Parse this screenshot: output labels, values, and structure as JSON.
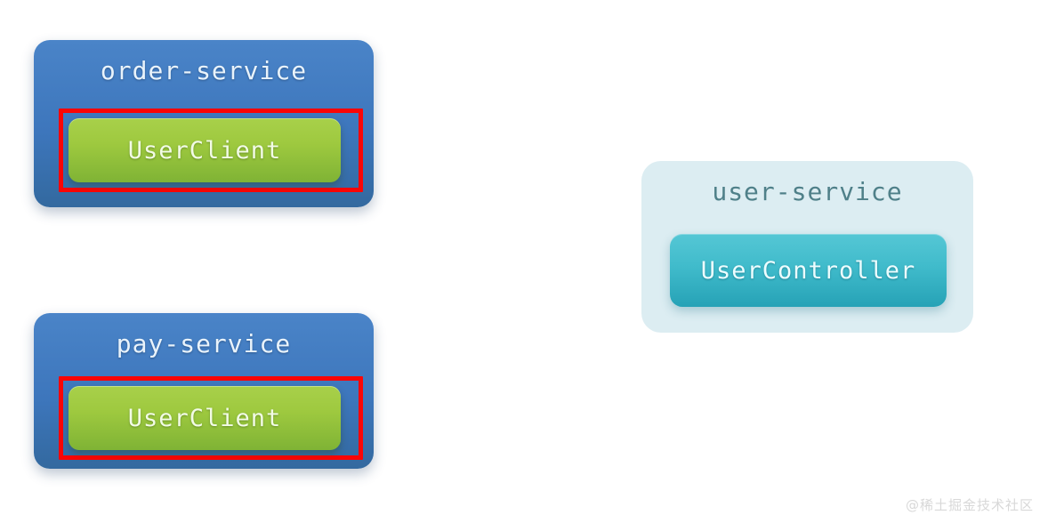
{
  "diagram": {
    "background_color": "#ffffff",
    "type": "microservice-component-diagram",
    "services": [
      {
        "id": "order-service",
        "title": "order-service",
        "style": "blue",
        "accent_color": "#3d76bc",
        "highlighted": true,
        "highlight_color": "#fb0505",
        "components": [
          {
            "id": "order-user-client",
            "label": "UserClient",
            "style": "green",
            "accent_color": "#9ec93f"
          }
        ]
      },
      {
        "id": "pay-service",
        "title": "pay-service",
        "style": "blue",
        "accent_color": "#3d76bc",
        "highlighted": true,
        "highlight_color": "#fb0505",
        "components": [
          {
            "id": "pay-user-client",
            "label": "UserClient",
            "style": "green",
            "accent_color": "#9ec93f"
          }
        ]
      },
      {
        "id": "user-service",
        "title": "user-service",
        "style": "lightcyan",
        "accent_color": "#dcedf2",
        "highlighted": false,
        "components": [
          {
            "id": "user-controller",
            "label": "UserController",
            "style": "teal",
            "accent_color": "#40bbcb"
          }
        ]
      }
    ]
  },
  "watermark": {
    "text": "@稀土掘金技术社区"
  }
}
